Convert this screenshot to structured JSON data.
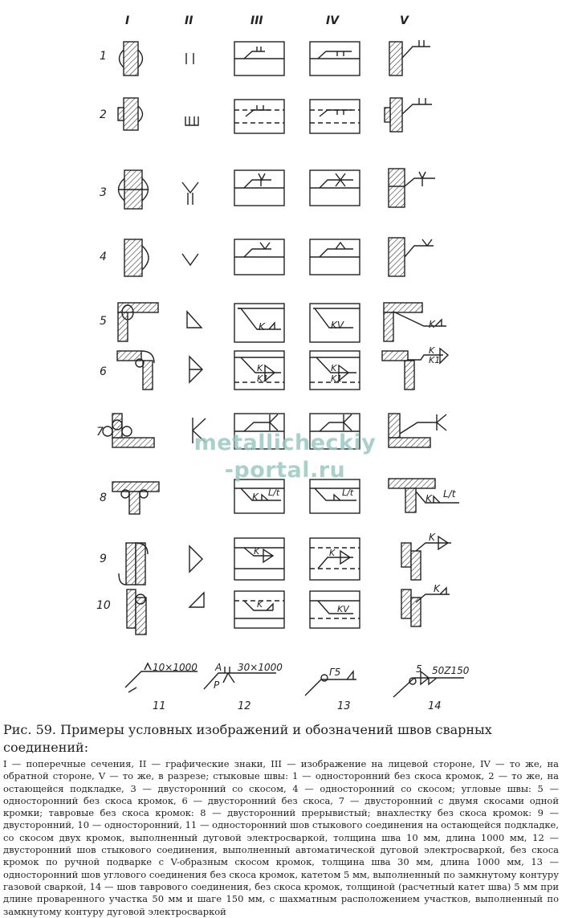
{
  "figure": {
    "column_labels": [
      "I",
      "II",
      "III",
      "IV",
      "V"
    ],
    "row_labels": [
      "1",
      "2",
      "3",
      "4",
      "5",
      "6",
      "7",
      "8",
      "9",
      "10"
    ],
    "bottom_labels": [
      "11",
      "12",
      "13",
      "14"
    ],
    "annotations": {
      "k": "K",
      "k1": "K1",
      "kv": "KV",
      "lt": "L/t",
      "a": "A",
      "p": "P",
      "dim_11": "10×1000",
      "dim_12": "30×1000",
      "g5": "Г5",
      "five": "5",
      "dim_14": "50Z150"
    }
  },
  "watermark": [
    "metallicheckiy",
    "-portal.ru"
  ],
  "caption": {
    "title": "Рис. 59. Примеры условных изображений и обозначений швов сварных соединений:",
    "body": "I — поперечные сечения, II — графические знаки, III — изображение на лицевой стороне, IV — то же, на обратной стороне, V — то же, в разрезе; стыковые швы: 1 — односторонний без скоса кромок, 2 — то же, на остающейся подкладке, 3 — двусторонний со скосом, 4 — односторонний со скосом; угловые швы: 5 — односторонний без скоса кромок, 6 — двусторонний без скоса, 7 — двусторонний с двумя скосами одной кромки; тавровые без скоса кромок: 8 — двусторонний прерывистый; внахлестку без скоса кромок: 9 — двусторонний, 10 — односторонний, 11 — односторонний шов стыкового соединения на остающейся подкладке, со скосом двух кромок, выполненный дуговой электросваркой, толщина шва 10 мм, длина 1000 мм, 12 — двусторонний шов стыкового соединения, выполненный автоматической дуговой электросваркой, без скоса кромок по ручной подварке с V-образным скосом кромок, толщина шва 30 мм, длина 1000 мм, 13 — односторонний шов углового соединения без скоса кромок, катетом 5 мм, выполненный по замкнутому контуру газовой сваркой, 14 — шов таврового соединения, без скоса кромок, толщиной (расчетный катет шва) 5 мм при длине проваренного участка 50 мм и шаге 150 мм, с шахматным расположением участков, выполненный по замкнутому контуру дуговой электросваркой"
  }
}
